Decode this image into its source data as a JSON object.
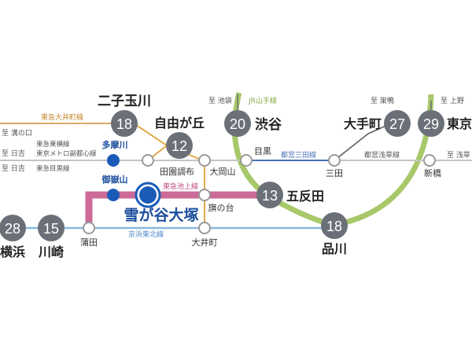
{
  "lines": {
    "jr_yamanote": "JR山手線",
    "tokyu_oimachi": "東急大井町線",
    "toei_mita": "都営三田線",
    "toei_asakusa": "都営浅草線",
    "tokyu_ikegami": "東急池上線",
    "keihin_tohoku": "京浜東北線",
    "left_group": [
      "東急東横線",
      "東京メトロ副都心線",
      "東急目黒線"
    ]
  },
  "directions": {
    "ikebukuro": "至 池袋",
    "sugamo": "至 巣鴨",
    "ueno": "至 上野",
    "mizonokuchi": "至 溝の口",
    "hiyoshi_1": "至 日吉",
    "hiyoshi_2": "至 日吉",
    "asakusa": "至 浅草"
  },
  "stations": {
    "futakotamagawa": {
      "name": "二子玉川",
      "minutes": "18"
    },
    "jiyugaoka": {
      "name": "自由が丘",
      "minutes": "12"
    },
    "shibuya": {
      "name": "渋谷",
      "minutes": "20"
    },
    "otemachi": {
      "name": "大手町",
      "minutes": "27"
    },
    "tokyo": {
      "name": "東京",
      "minutes": "29"
    },
    "gotanda": {
      "name": "五反田",
      "minutes": "13"
    },
    "shinagawa": {
      "name": "品川",
      "minutes": "18"
    },
    "yokohama": {
      "name": "横浜",
      "minutes": "28"
    },
    "kawasaki": {
      "name": "川崎",
      "minutes": "15"
    },
    "tamagawa": "多摩川",
    "ontakesan": "御嶽山",
    "yukigaya": "雪が谷大塚",
    "meguro": "目黒",
    "denenchofu": "田園調布",
    "ookayama": "大岡山",
    "mita": "三田",
    "shimbashi": "新橋",
    "hatanodai": "旗の台",
    "kamata": "蒲田",
    "oimachi": "大井町"
  },
  "colors": {
    "yamanote": "#a8c86a",
    "oimachi": "#e0a94a",
    "mita": "#4a70b8",
    "ikegami": "#cc6a98",
    "keihin": "#8ab8e0",
    "gray_line": "#b5b5b5",
    "badge": "#6b7078",
    "blue_station": "#1a5bb8",
    "highlight_text": "#1a4d9e"
  }
}
